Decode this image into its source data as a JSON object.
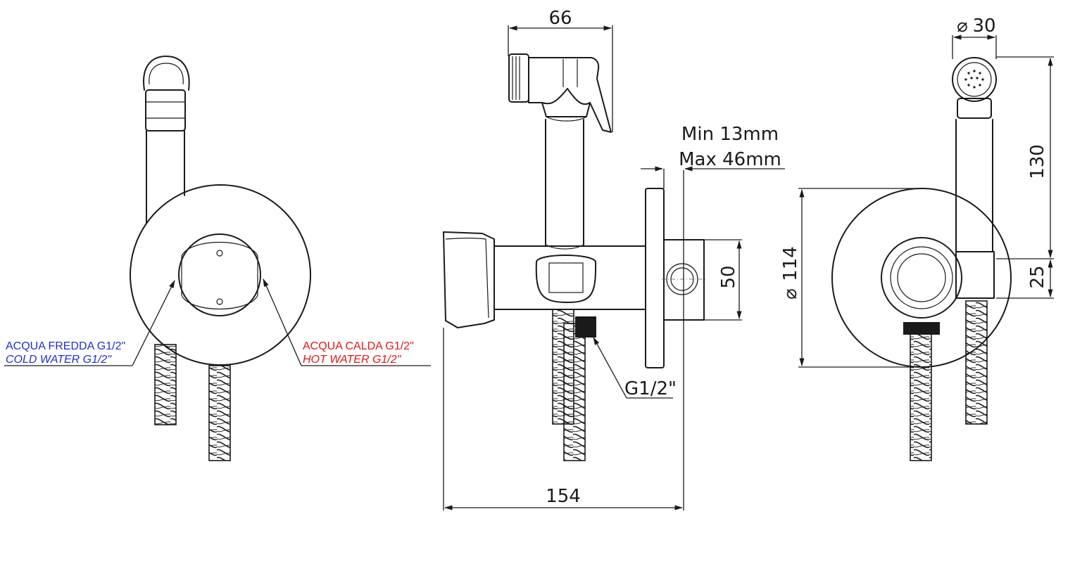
{
  "dimensions": {
    "width_66": "66",
    "diameter_30": "30",
    "min_depth": "Min 13mm",
    "max_depth": "Max 46mm",
    "height_130": "130",
    "height_50": "50",
    "height_25": "25",
    "diameter_114": "114",
    "length_154": "154",
    "thread": "G1/2\""
  },
  "symbols": {
    "diameter": "⌀"
  },
  "callouts": {
    "cold_it": "ACQUA FREDDA G1/2\"",
    "cold_en": "COLD WATER G1/2\"",
    "hot_it": "ACQUA CALDA G1/2\"",
    "hot_en": "HOT WATER G1/2\""
  },
  "colors": {
    "cold": "#1f2fd0",
    "hot": "#e01818",
    "line": "#1a1a1a"
  }
}
